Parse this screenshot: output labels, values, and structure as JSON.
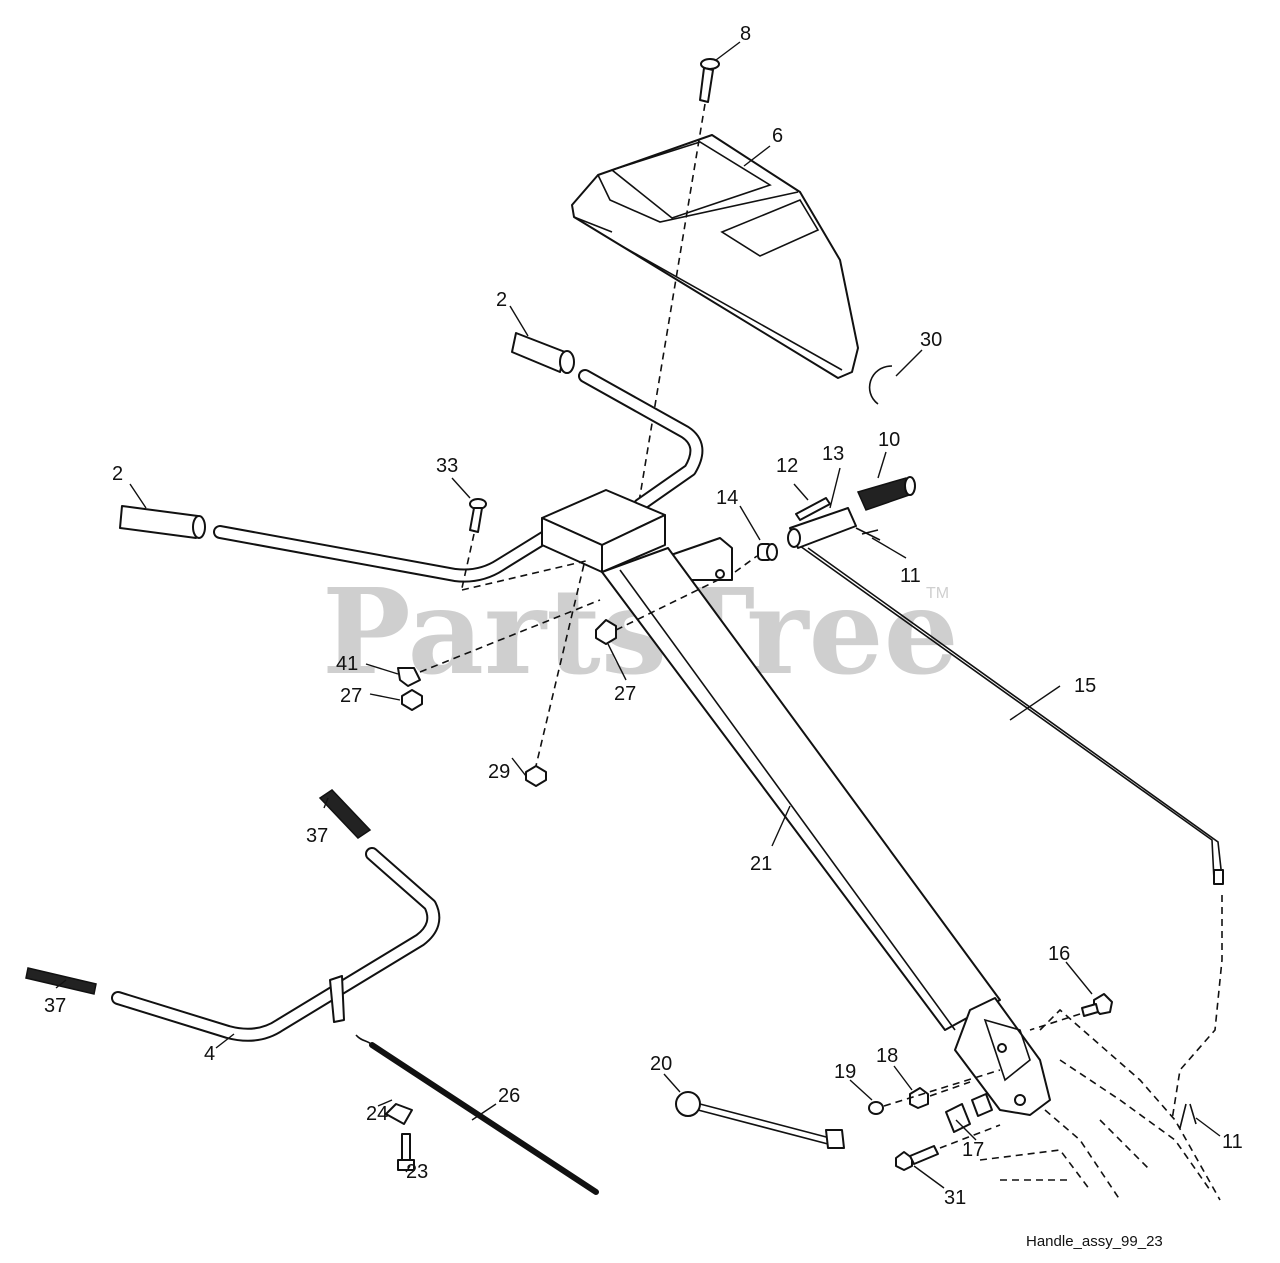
{
  "diagram": {
    "watermark": "PartsTree",
    "watermark_tm": "TM",
    "caption": "Handle_assy_99_23",
    "callouts": [
      {
        "id": "c8",
        "text": "8"
      },
      {
        "id": "c6",
        "text": "6"
      },
      {
        "id": "c2a",
        "text": "2"
      },
      {
        "id": "c30",
        "text": "30"
      },
      {
        "id": "c2b",
        "text": "2"
      },
      {
        "id": "c33",
        "text": "33"
      },
      {
        "id": "c12",
        "text": "12"
      },
      {
        "id": "c13",
        "text": "13"
      },
      {
        "id": "c10",
        "text": "10"
      },
      {
        "id": "c14",
        "text": "14"
      },
      {
        "id": "c11a",
        "text": "11"
      },
      {
        "id": "c15",
        "text": "15"
      },
      {
        "id": "c41",
        "text": "41"
      },
      {
        "id": "c27a",
        "text": "27"
      },
      {
        "id": "c27b",
        "text": "27"
      },
      {
        "id": "c29",
        "text": "29"
      },
      {
        "id": "c37a",
        "text": "37"
      },
      {
        "id": "c21",
        "text": "21"
      },
      {
        "id": "c37b",
        "text": "37"
      },
      {
        "id": "c16",
        "text": "16"
      },
      {
        "id": "c4",
        "text": "4"
      },
      {
        "id": "c20",
        "text": "20"
      },
      {
        "id": "c26",
        "text": "26"
      },
      {
        "id": "c19",
        "text": "19"
      },
      {
        "id": "c18",
        "text": "18"
      },
      {
        "id": "c24",
        "text": "24"
      },
      {
        "id": "c17",
        "text": "17"
      },
      {
        "id": "c11b",
        "text": "11"
      },
      {
        "id": "c23",
        "text": "23"
      },
      {
        "id": "c31",
        "text": "31"
      }
    ]
  }
}
